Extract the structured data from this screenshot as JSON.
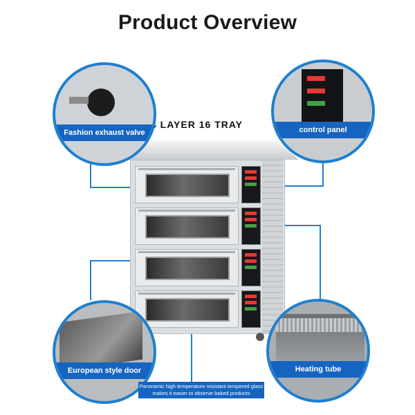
{
  "header": {
    "title": "Product Overview",
    "subtitle": "4 LAYER 16 TRAY"
  },
  "callouts": {
    "exhaust_valve": "Fashion exhaust valve",
    "control_panel": "control panel",
    "door": "European style door",
    "heating_tube": "Heating tube",
    "glass_line1": "Panoramic high temperature resistant tempered glass",
    "glass_line2": "makes it easier to observe baked products"
  },
  "colors": {
    "accent": "#1e7fd0",
    "label_bg": "#1565c0"
  }
}
